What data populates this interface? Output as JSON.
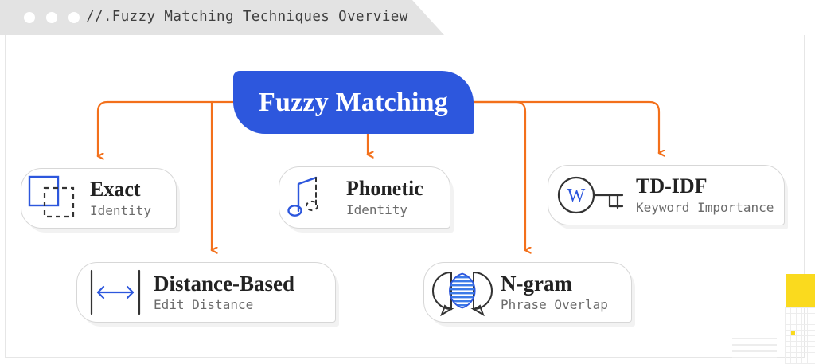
{
  "window": {
    "title": "//.Fuzzy Matching Techniques Overview",
    "dots": [
      "dot-1",
      "dot-2",
      "dot-3"
    ]
  },
  "colors": {
    "accent_blue": "#2d57dd",
    "connector_orange": "#f3701b",
    "yellow": "#fada1e",
    "titlebar_gray": "#e3e3e3",
    "card_border": "#d7d7d7",
    "title_text": "#222222",
    "subtitle_text": "#6b6b6b"
  },
  "diagram": {
    "root": {
      "label": "Fuzzy Matching",
      "color": "#2d57dd"
    },
    "nodes": [
      {
        "id": "exact",
        "title": "Exact",
        "subtitle": "Identity",
        "icon": "overlapping-squares-icon"
      },
      {
        "id": "phonetic",
        "title": "Phonetic",
        "subtitle": "Identity",
        "icon": "music-note-icon"
      },
      {
        "id": "tdidf",
        "title": "TD-IDF",
        "subtitle": "Keyword Importance",
        "icon": "key-w-icon"
      },
      {
        "id": "distance",
        "title": "Distance-Based",
        "subtitle": "Edit Distance",
        "icon": "double-arrow-measure-icon"
      },
      {
        "id": "ngram",
        "title": "N-gram",
        "subtitle": "Phrase Overlap",
        "icon": "overlapping-speech-bubbles-icon"
      }
    ],
    "edges": [
      {
        "from": "root",
        "to": "exact"
      },
      {
        "from": "root",
        "to": "distance"
      },
      {
        "from": "root",
        "to": "phonetic"
      },
      {
        "from": "root",
        "to": "ngram"
      },
      {
        "from": "root",
        "to": "tdidf"
      }
    ]
  }
}
